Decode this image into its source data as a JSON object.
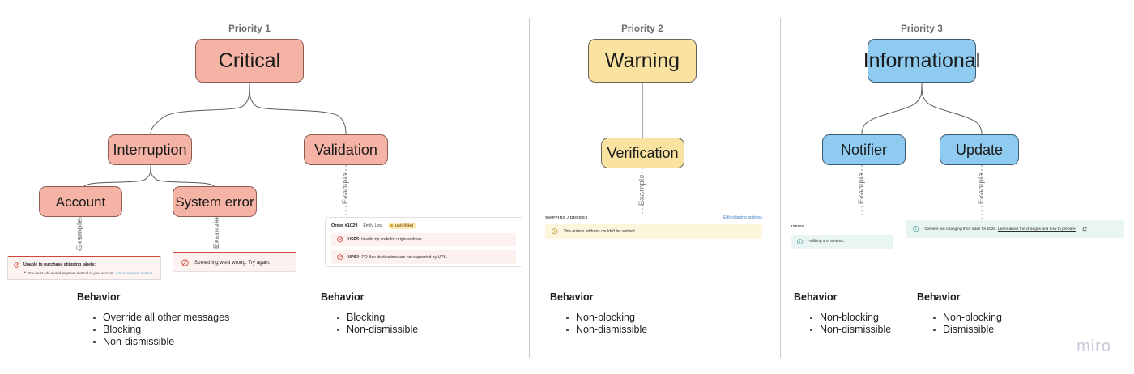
{
  "columns": [
    {
      "title": "Priority 1",
      "root": "Critical",
      "mid": [
        "Interruption",
        "Validation"
      ],
      "leaves": [
        "Account",
        "System error"
      ],
      "example_label": "Example",
      "behaviors": [
        {
          "heading": "Behavior",
          "items": [
            "Override all other messages",
            "Blocking",
            "Non-dismissible"
          ]
        },
        {
          "heading": "Behavior",
          "items": [
            "Blocking",
            "Non-dismissible"
          ]
        }
      ]
    },
    {
      "title": "Priority 2",
      "root": "Warning",
      "mid": [
        "Verification"
      ],
      "example_label": "Example",
      "behaviors": [
        {
          "heading": "Behavior",
          "items": [
            "Non-blocking",
            "Non-dismissible"
          ]
        }
      ]
    },
    {
      "title": "Priority 3",
      "root": "Informational",
      "mid": [
        "Notifier",
        "Update"
      ],
      "example_label": "Example",
      "behaviors": [
        {
          "heading": "Behavior",
          "items": [
            "Non-blocking",
            "Non-dismissible"
          ]
        },
        {
          "heading": "Behavior",
          "items": [
            "Non-blocking",
            "Dismissible"
          ]
        }
      ]
    }
  ],
  "examples": {
    "account_banner": {
      "title": "Unable to purchase shipping labels:",
      "bullet_text": "You must add a valid payment method to your account.",
      "bullet_link": "Add a payment method."
    },
    "system_banner": {
      "text": "Something went wrong. Try again."
    },
    "order_card": {
      "order_number": "Order #1029",
      "customer": "Emily Low",
      "status_badge": "Unfulfilled",
      "errors": [
        {
          "carrier": "USPS:",
          "message": "Invalid zip code for origin address"
        },
        {
          "carrier": "UPS®:",
          "message": "PO Box destinations are not supported by UPS."
        }
      ]
    },
    "shipping_card": {
      "section_label": "SHIPPING ADDRESS",
      "edit_link": "Edit shipping address",
      "warning": "This order's address couldn't be verified."
    },
    "items_card": {
      "section_label": "ITEMS",
      "message": "Fulfilling 4 of 5 items."
    },
    "update_card": {
      "message": "Carriers are changing their rates for 2020.",
      "link": "Learn about the changes and how to prepare."
    }
  },
  "watermark": "miro",
  "colors": {
    "critical": "#f5b3a5",
    "warning": "#fae3a0",
    "informational": "#8fcbf0",
    "error_red": "#d1453b",
    "link_blue": "#3b7fbf",
    "teal": "#e8f5f3"
  }
}
